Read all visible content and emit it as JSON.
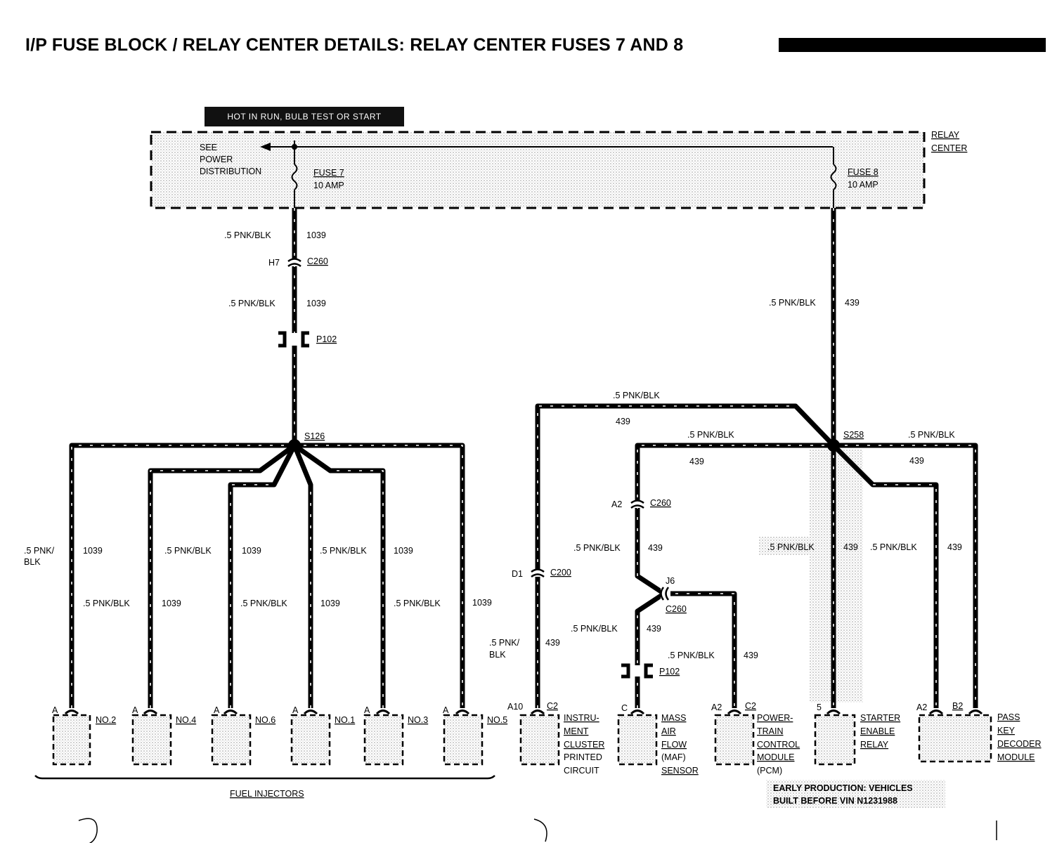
{
  "title": "I/P FUSE BLOCK / RELAY CENTER DETAILS: RELAY CENTER FUSES 7 AND 8",
  "banner": "HOT IN RUN, BULB TEST OR START",
  "relay_center": [
    "RELAY",
    "CENTER"
  ],
  "see_power": [
    "SEE",
    "POWER",
    "DISTRIBUTION"
  ],
  "fuse7": [
    "FUSE 7",
    "10 AMP"
  ],
  "fuse8": [
    "FUSE 8",
    "10 AMP"
  ],
  "wire_pnk_blk": ".5 PNK/BLK",
  "wire_pnk_split": [
    ".5 PNK/",
    "BLK"
  ],
  "circuit_1039": "1039",
  "circuit_439": "439",
  "connectors": {
    "c260": "C260",
    "h7": "H7",
    "p102": "P102",
    "s126": "S126",
    "s258": "S258",
    "a2": "A2",
    "d1": "D1",
    "c200": "C200",
    "j6": "J6",
    "c2": "C2",
    "a10": "A10",
    "c": "C",
    "a": "A",
    "five": "5",
    "b2": "B2"
  },
  "injectors": [
    "NO.2",
    "NO.4",
    "NO.6",
    "NO.1",
    "NO.3",
    "NO.5"
  ],
  "fuel_injectors": "FUEL INJECTORS",
  "components": {
    "cluster": [
      "INSTRU-",
      "MENT",
      "CLUSTER",
      "PRINTED",
      "CIRCUIT"
    ],
    "maf": [
      "MASS",
      "AIR",
      "FLOW",
      "(MAF)",
      "SENSOR"
    ],
    "pcm": [
      "POWER-",
      "TRAIN",
      "CONTROL",
      "MODULE",
      "(PCM)"
    ],
    "starter": [
      "STARTER",
      "ENABLE",
      "RELAY"
    ],
    "passkey": [
      "PASS",
      "KEY",
      "DECODER",
      "MODULE"
    ]
  },
  "note": [
    "EARLY PRODUCTION: VEHICLES",
    "BUILT BEFORE VIN N1231988"
  ]
}
